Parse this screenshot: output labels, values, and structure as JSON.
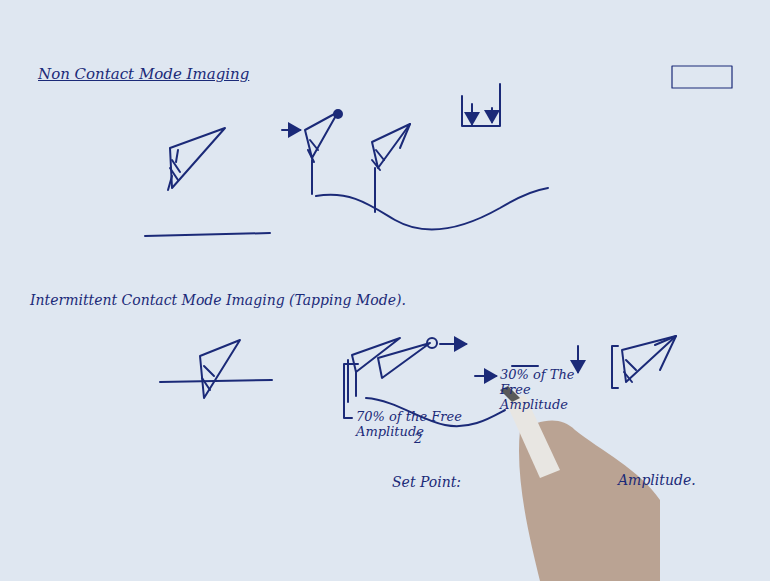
{
  "diagram": {
    "labels": [
      "Non Contact Mode Imaging",
      "Intermittent Contact Mode Imaging (Tapping Mode).",
      "70% of the Free Amplitude",
      "2",
      "30% of The Free Amplitude",
      "Set Point:",
      "Amplitude."
    ]
  }
}
